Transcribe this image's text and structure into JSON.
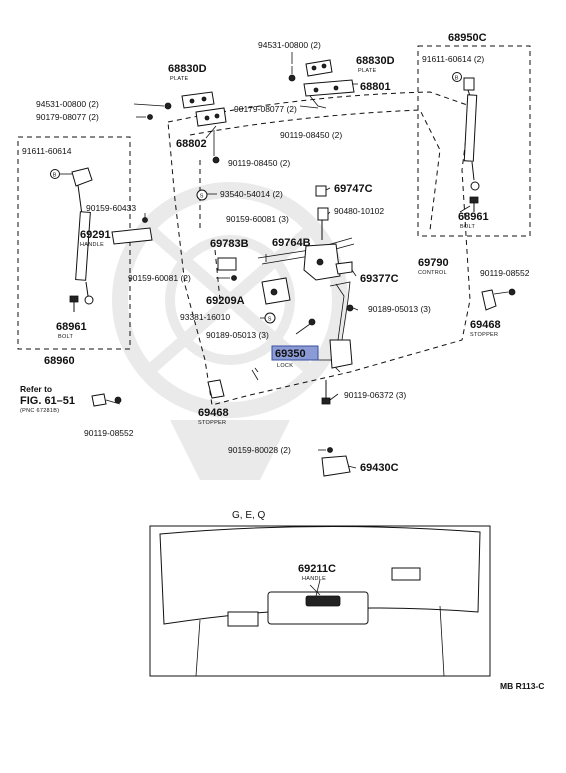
{
  "labels": {
    "p94531_top": "94531-00800 (2)",
    "p68830D_right": "68830D",
    "plate_right": "PLATE",
    "p68950C": "68950C",
    "p91611_right": "91611-60614 (2)",
    "p68830D_left": "68830D",
    "plate_left": "PLATE",
    "p68801": "68801",
    "p94531_left": "94531-00800 (2)",
    "p90179_mid": "90179-08077 (2)",
    "p90179_left": "90179-08077 (2)",
    "p90119_08450_a": "90119-08450 (2)",
    "p68802": "68802",
    "p90119_08450_b": "90119-08450 (2)",
    "p91611_left": "91611-60614",
    "p93540": "93540-54014 (2)",
    "p69747C": "69747C",
    "p90159_60433": "90159-60433",
    "p90480": "90480-10102",
    "p90159_60081_a": "90159-60081 (3)",
    "p68961_right": "68961",
    "bolt_right": "BOLT",
    "p69291": "69291",
    "handle_69291": "HANDLE",
    "p69783B": "69783B",
    "p69764B": "69764B",
    "p69790": "69790",
    "control": "CONTROL",
    "p90119_08552_right": "90119-08552",
    "p90159_60081_b": "90159-60081 (2)",
    "p69377C": "69377C",
    "p69209A": "69209A",
    "p90189_05013_right": "90189-05013 (3)",
    "p93381": "93381-16010",
    "p69468_right": "69468",
    "stopper_right": "STOPPER",
    "p68961_left": "68961",
    "bolt_left": "BOLT",
    "p90189_05013_left": "90189-05013 (3)",
    "p69350": "69350",
    "lock": "LOCK",
    "p68960": "68960",
    "refer_to": "Refer to",
    "fig_ref": "FIG. 61–51",
    "pnc_ref": "(PNC 67281B)",
    "p90119_06372": "90119-06372 (3)",
    "p69468_left": "69468",
    "stopper_left": "STOPPER",
    "p90119_08552_left": "90119-08552",
    "p90159_80028": "90159-80028 (2)",
    "p69430C": "69430C",
    "geq": "G, E, Q",
    "p69211C": "69211C",
    "handle_69211C": "HANDLE",
    "diagram_code": "MB R113-C",
    "marker_b_left": "B",
    "marker_b_right": "B",
    "marker_s_a": "S",
    "marker_s_b": "S"
  },
  "colors": {
    "highlight": "#8a9bd6",
    "line": "#111111",
    "background": "#ffffff"
  }
}
